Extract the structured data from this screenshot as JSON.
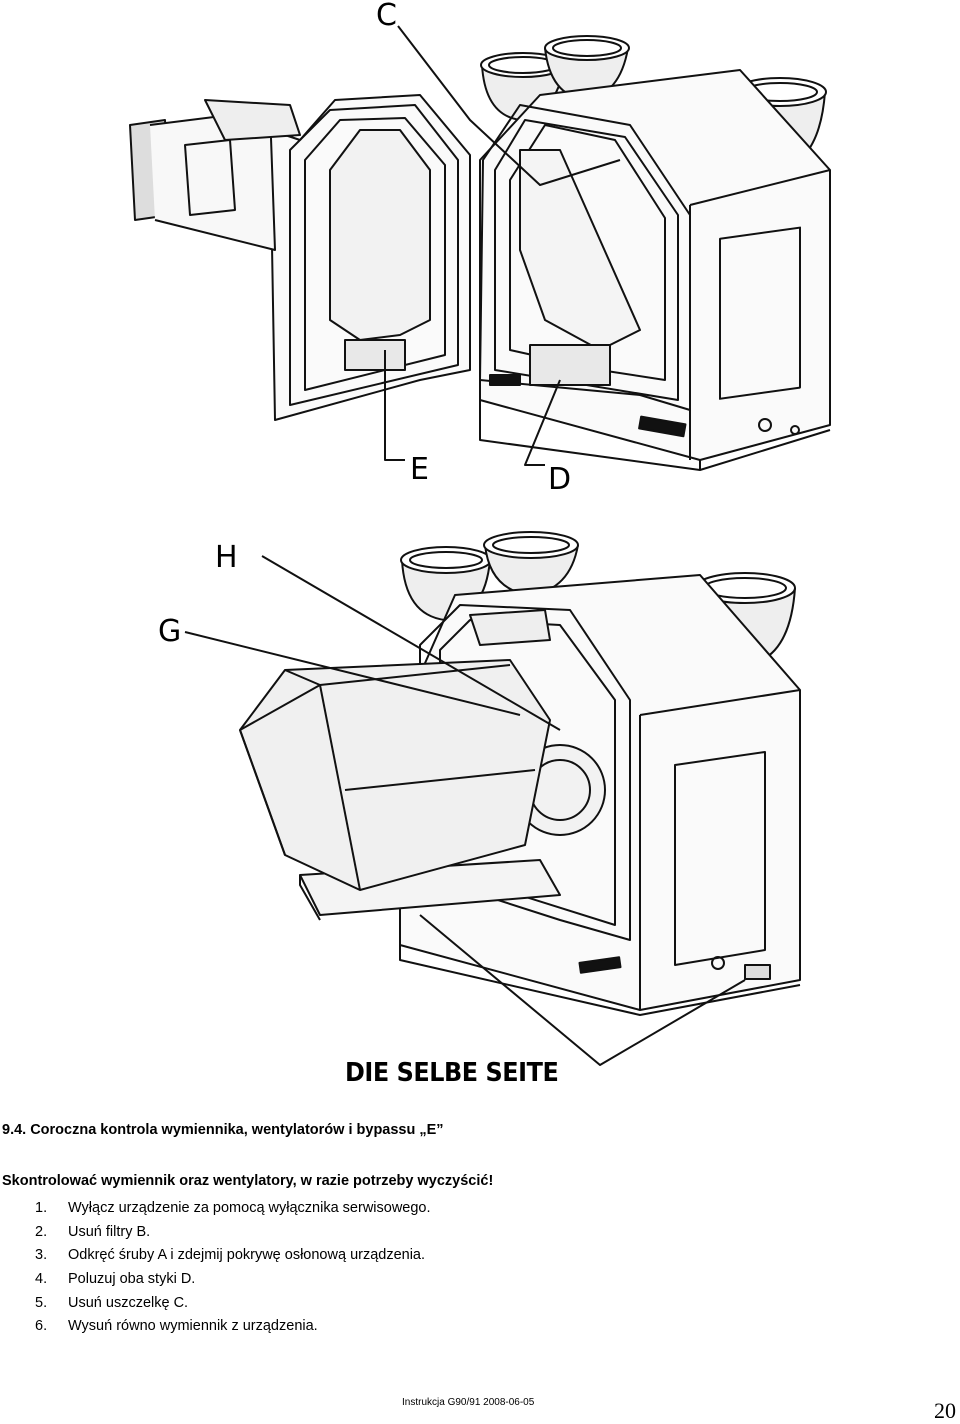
{
  "figure_top": {
    "callouts": [
      "C",
      "E",
      "D"
    ]
  },
  "figure_bottom": {
    "callouts": [
      "H",
      "G"
    ],
    "caption": "DIE SELBE SEITE"
  },
  "section": {
    "title": "9.4. Coroczna kontrola wymiennika, wentylatorów i bypassu „E”",
    "intro": "Skontrolować wymiennik oraz wentylatory, w razie potrzeby wyczyścić!"
  },
  "steps": [
    {
      "num": "1.",
      "text": "Wyłącz urządzenie za pomocą wyłącznika serwisowego."
    },
    {
      "num": "2.",
      "text": "Usuń filtry B."
    },
    {
      "num": "3.",
      "text": "Odkręć śruby A i zdejmij pokrywę osłonową urządzenia."
    },
    {
      "num": "4.",
      "text": "Poluzuj oba styki D."
    },
    {
      "num": "5.",
      "text": "Usuń uszczelkę C."
    },
    {
      "num": "6.",
      "text": "Wysuń równo wymiennik z urządzenia."
    }
  ],
  "footer": {
    "doc_ref": "Instrukcja G90/91 2008-06-05",
    "page": "20"
  }
}
